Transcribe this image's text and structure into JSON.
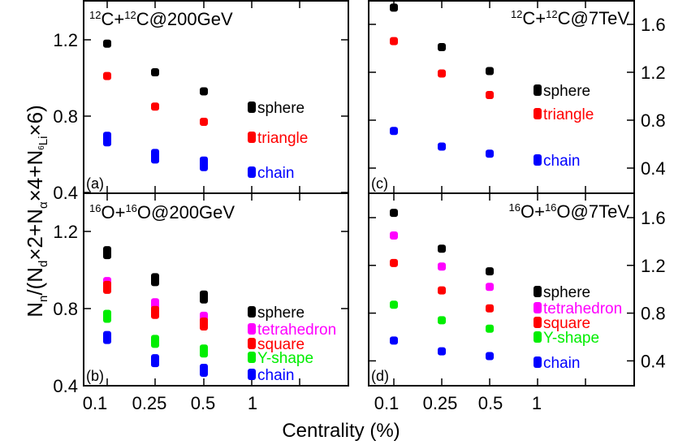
{
  "chart_data": [
    {
      "type": "scatter",
      "panel_label": "(a)",
      "title": "12C+12C@200GeV",
      "title_parts": {
        "a1": "12",
        "b1": "C+",
        "a2": "12",
        "b2": "C@200GeV"
      },
      "categories": [
        "0.1",
        "0.25",
        "0.5",
        "1"
      ],
      "ylim": [
        0.4,
        1.4
      ],
      "yticks": [
        "0.4",
        "0.8",
        "1.2"
      ],
      "series": [
        {
          "name": "sphere",
          "color": "#000000",
          "values": [
            1.18,
            1.03,
            0.93
          ]
        },
        {
          "name": "triangle",
          "color": "#ff0000",
          "values": [
            1.01,
            0.85,
            0.77
          ]
        },
        {
          "name": "chain",
          "color": "#0000ff",
          "values": [
            0.68,
            0.59,
            0.55
          ]
        }
      ]
    },
    {
      "type": "scatter",
      "panel_label": "(b)",
      "title": "16O+16O@200GeV",
      "title_parts": {
        "a1": "16",
        "b1": "O+",
        "a2": "16",
        "b2": "O@200GeV"
      },
      "categories": [
        "0.1",
        "0.25",
        "0.5",
        "1"
      ],
      "ylim": [
        0.4,
        1.4
      ],
      "yticks": [
        "0.4",
        "0.8",
        "1.2"
      ],
      "series": [
        {
          "name": "sphere",
          "color": "#000000",
          "values": [
            1.09,
            0.95,
            0.86
          ]
        },
        {
          "name": "tetrahedron",
          "color": "#ff00ff",
          "values": [
            0.93,
            0.82,
            0.75
          ]
        },
        {
          "name": "square",
          "color": "#ff0000",
          "values": [
            0.91,
            0.78,
            0.72
          ]
        },
        {
          "name": "Y-shape",
          "color": "#00ee00",
          "values": [
            0.76,
            0.63,
            0.58
          ]
        },
        {
          "name": "chain",
          "color": "#0000ff",
          "values": [
            0.65,
            0.53,
            0.48
          ]
        }
      ]
    },
    {
      "type": "scatter",
      "panel_label": "(c)",
      "title": "12C+12C@7TeV",
      "title_parts": {
        "a1": "12",
        "b1": "C+",
        "a2": "12",
        "b2": "C@7TeV"
      },
      "categories": [
        "0.1",
        "0.25",
        "0.5",
        "1"
      ],
      "ylim": [
        0.2,
        1.8
      ],
      "yticks": [
        "0.4",
        "0.8",
        "1.2",
        "1.6"
      ],
      "series": [
        {
          "name": "sphere",
          "color": "#000000",
          "values": [
            1.74,
            1.41,
            1.21
          ]
        },
        {
          "name": "triangle",
          "color": "#ff0000",
          "values": [
            1.46,
            1.19,
            1.01
          ]
        },
        {
          "name": "chain",
          "color": "#0000ff",
          "values": [
            0.71,
            0.58,
            0.52
          ]
        }
      ]
    },
    {
      "type": "scatter",
      "panel_label": "(d)",
      "title": "16O+16O@7TeV",
      "title_parts": {
        "a1": "16",
        "b1": "O+",
        "a2": "16",
        "b2": "O@7TeV"
      },
      "categories": [
        "0.1",
        "0.25",
        "0.5",
        "1"
      ],
      "ylim": [
        0.2,
        1.8
      ],
      "yticks": [
        "0.4",
        "0.8",
        "1.2",
        "1.6"
      ],
      "series": [
        {
          "name": "sphere",
          "color": "#000000",
          "values": [
            1.64,
            1.34,
            1.15
          ]
        },
        {
          "name": "tetrahedron",
          "color": "#ff00ff",
          "values": [
            1.45,
            1.19,
            1.02
          ]
        },
        {
          "name": "square",
          "color": "#ff0000",
          "values": [
            1.22,
            0.99,
            0.84
          ]
        },
        {
          "name": "Y-shape",
          "color": "#00ee00",
          "values": [
            0.87,
            0.74,
            0.67
          ]
        },
        {
          "name": "chain",
          "color": "#0000ff",
          "values": [
            0.57,
            0.48,
            0.44
          ]
        }
      ]
    }
  ],
  "axes": {
    "xlabel": "Centrality (%)",
    "ylabel_parts": {
      "p1": "N",
      "s1": "n",
      "p2": "/(N",
      "s2": "d",
      "p3": "×2+N",
      "s3": "α",
      "p4": "×4+N",
      "s4a": "6",
      "s4b": "Li",
      "p5": "×6)"
    },
    "xticks": [
      "0.1",
      "0.25",
      "0.5",
      "1"
    ]
  }
}
